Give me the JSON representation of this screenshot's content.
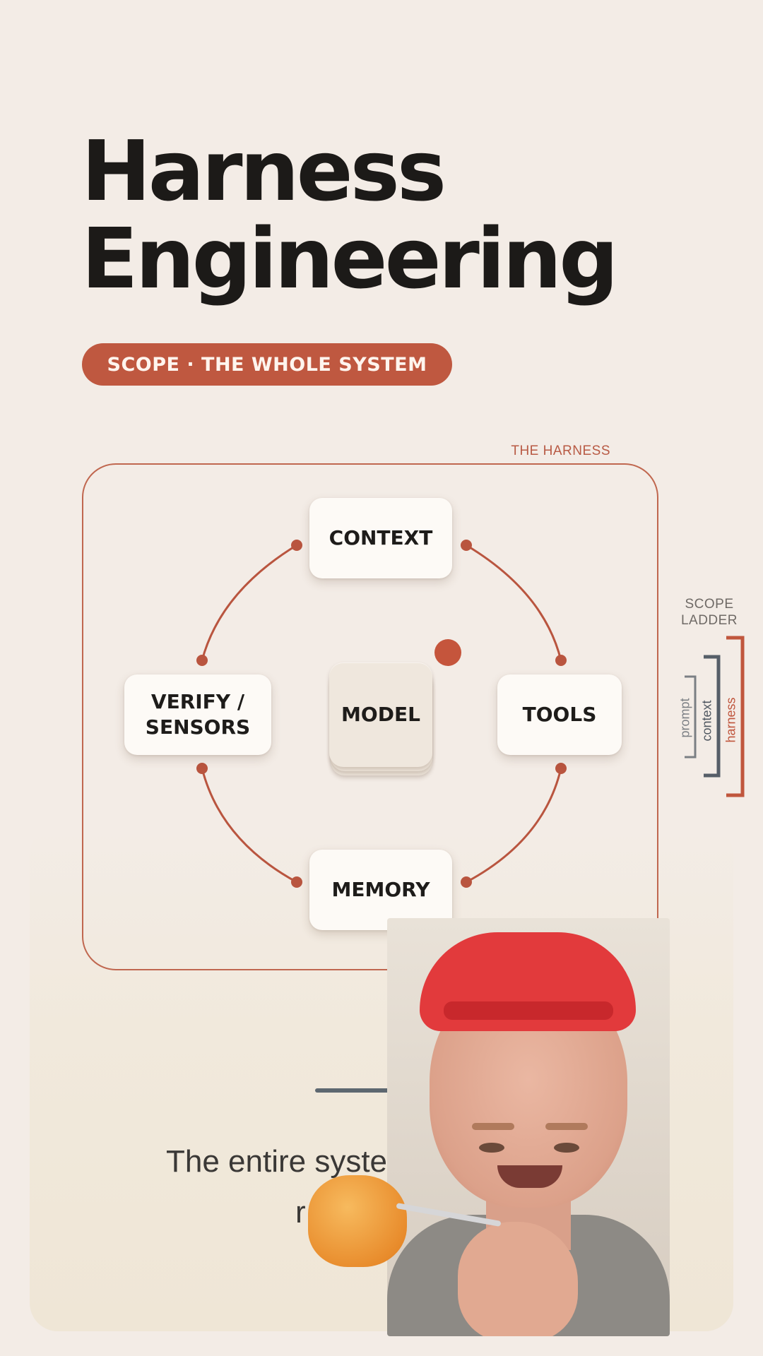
{
  "title": {
    "line1": "Harness",
    "line2": "Engineering"
  },
  "scope_pill": "SCOPE · THE WHOLE SYSTEM",
  "harness_label": "THE HARNESS",
  "nodes": {
    "context": "CONTEXT",
    "tools": "TOOLS",
    "memory": "MEMORY",
    "verify": "VERIFY /\nSENSORS",
    "model": "MODEL"
  },
  "scope_ladder": {
    "title": "SCOPE\nLADDER",
    "levels": [
      "prompt",
      "context",
      "harness"
    ]
  },
  "caption": {
    "line1": "The entire syste",
    "line2": "r"
  },
  "colors": {
    "accent": "#bf5840",
    "background": "#f3ece6",
    "ladder_gray": "#6f7378",
    "ladder_dark": "#4f5760"
  },
  "presenter": {
    "cap_color": "#e23a3c"
  }
}
